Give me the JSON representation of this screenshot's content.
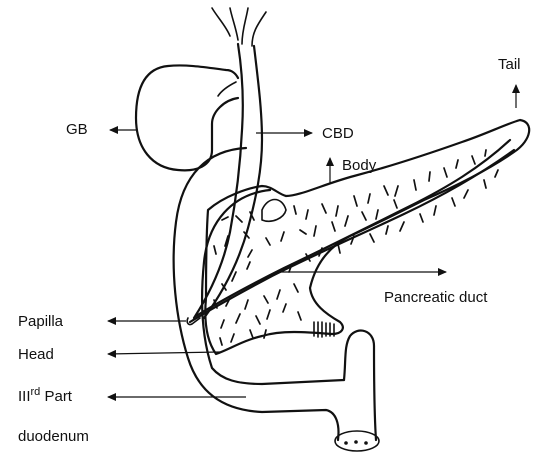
{
  "labels": {
    "tail": "Tail",
    "gb": "GB",
    "cbd": "CBD",
    "body": "Body",
    "pancreatic_duct": "Pancreatic duct",
    "papilla": "Papilla",
    "head": "Head",
    "third_part_numeral": "III",
    "third_part_suffix": "rd",
    "third_part_word": "Part",
    "duodenum": "duodenum"
  },
  "colors": {
    "line": "#111111",
    "background": "#ffffff"
  }
}
